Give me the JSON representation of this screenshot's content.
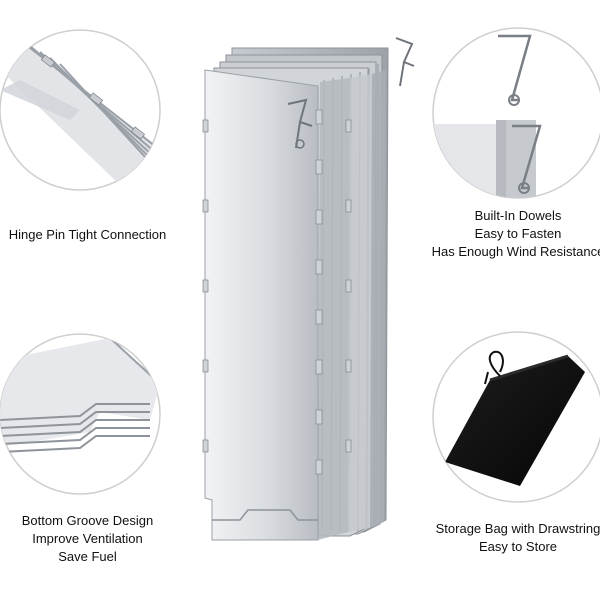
{
  "features": {
    "top_left": {
      "lines": [
        "Hinge Pin Tight Connection"
      ]
    },
    "top_right": {
      "lines": [
        "Built-In Dowels",
        "Easy to Fasten",
        "Has Enough Wind Resistance"
      ]
    },
    "bottom_left": {
      "lines": [
        "Bottom Groove Design",
        "Improve Ventilation",
        "Save Fuel"
      ]
    },
    "bottom_right": {
      "lines": [
        "Storage Bag with Drawstring",
        "Easy to Store"
      ]
    }
  },
  "colors": {
    "background": "#ffffff",
    "aluminum_light": "#e4e6e9",
    "aluminum_dark": "#a9adb3",
    "circle_border": "#cfcfcf",
    "bag": "#0d0d0d"
  },
  "icons": [
    "hinge-detail",
    "dowel-hook",
    "bottom-groove",
    "storage-bag"
  ]
}
